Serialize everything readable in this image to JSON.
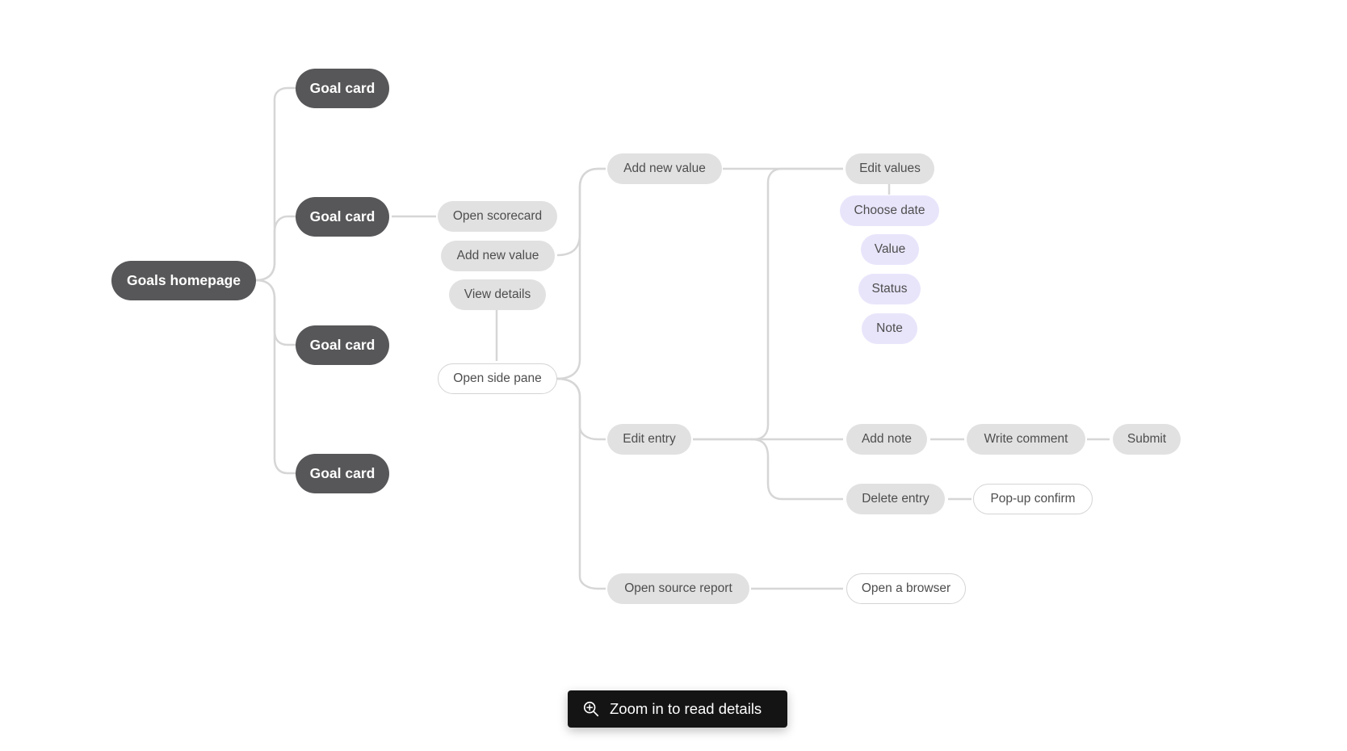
{
  "diagram": {
    "root": "Goals homepage",
    "goal_cards": [
      "Goal card",
      "Goal card",
      "Goal card",
      "Goal card"
    ],
    "card_actions": {
      "open_scorecard": "Open scorecard",
      "add_new_value": "Add new value",
      "view_details": "View details",
      "open_side_pane": "Open side pane"
    },
    "side_pane": {
      "add_new_value": "Add new value",
      "edit_entry": "Edit entry",
      "open_source_report": "Open source report"
    },
    "edit_values": {
      "label": "Edit values",
      "fields": [
        "Choose date",
        "Value",
        "Status",
        "Note"
      ]
    },
    "edit_entry_actions": {
      "add_note": "Add note",
      "write_comment": "Write comment",
      "submit": "Submit",
      "delete_entry": "Delete entry",
      "popup_confirm": "Pop-up confirm"
    },
    "source_report": {
      "open_browser": "Open a browser"
    }
  },
  "zoom_hint": {
    "label": "Zoom in to read details",
    "icon": "zoom-in-icon"
  }
}
